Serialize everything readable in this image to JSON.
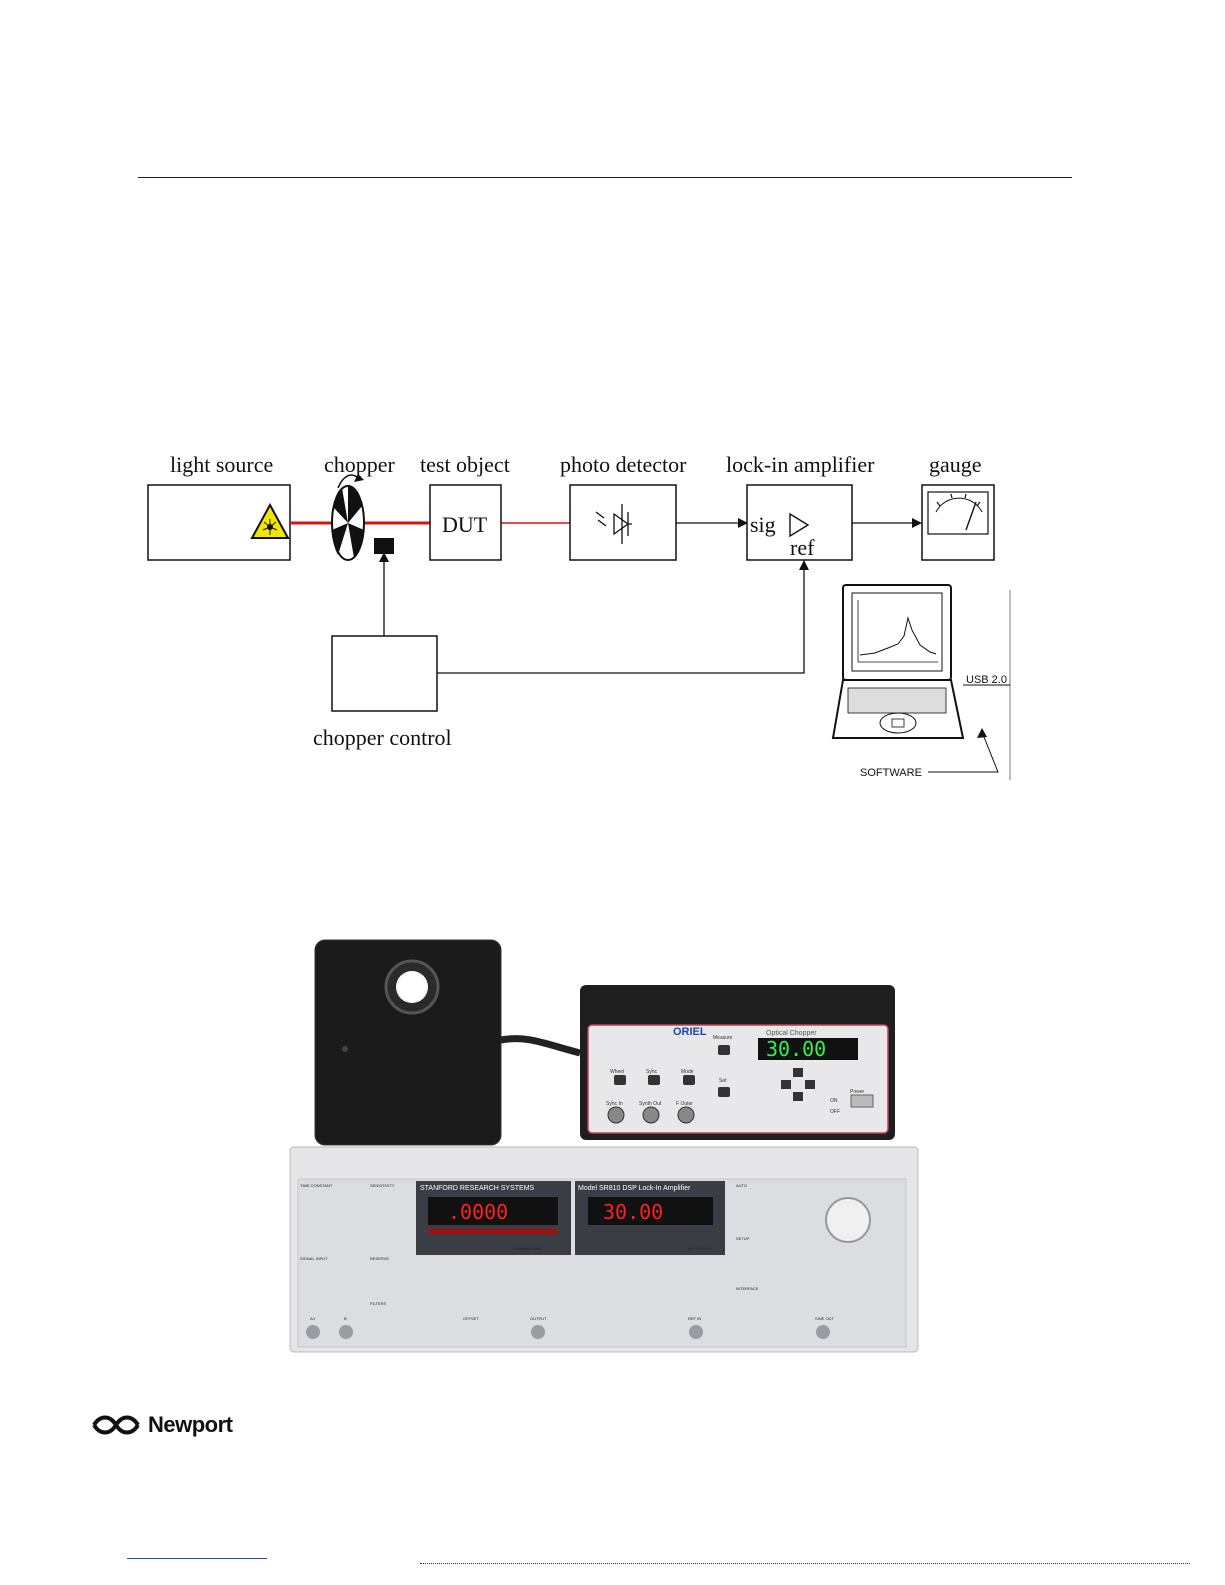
{
  "diagram": {
    "labels": {
      "light_source": "light source",
      "chopper": "chopper",
      "test_object": "test object",
      "photo_detector": "photo detector",
      "lock_in_amplifier": "lock-in amplifier",
      "gauge": "gauge",
      "dut": "DUT",
      "sig": "sig",
      "ref": "ref",
      "chopper_control": "chopper control",
      "usb": "USB 2.0",
      "software": "SOFTWARE"
    },
    "colors": {
      "beam": "#e01010",
      "laser_sign": "#f2e600"
    }
  },
  "photo": {
    "chopper_panel": {
      "brand": "ORIEL",
      "title": "Optical Chopper",
      "display": "30.00",
      "buttons": [
        "Wheel",
        "Sync",
        "Mode",
        "Measure",
        "Set"
      ],
      "connectors": [
        "Sync In",
        "Synth Out",
        "F Outer"
      ],
      "power": "Power",
      "on": "ON",
      "off": "OFF"
    },
    "lockin_panel": {
      "brand": "STANFORD RESEARCH SYSTEMS",
      "model": "Model SR810 DSP Lock-In Amplifier",
      "display_left": ".0000",
      "display_right": "30.00",
      "sections": [
        "TIME CONSTANT",
        "SENSITIVITY",
        "AUTO",
        "SIGNAL INPUT",
        "RESERVE",
        "SETUP",
        "FILTERS",
        "INTERFACE"
      ],
      "labels": [
        "CHANNEL ONE",
        "REFERENCE",
        "OFFSET",
        "OUTPUT",
        "A/I",
        "B",
        "REF IN",
        "SINE OUT"
      ]
    }
  },
  "footer": {
    "logo": "Newport"
  }
}
